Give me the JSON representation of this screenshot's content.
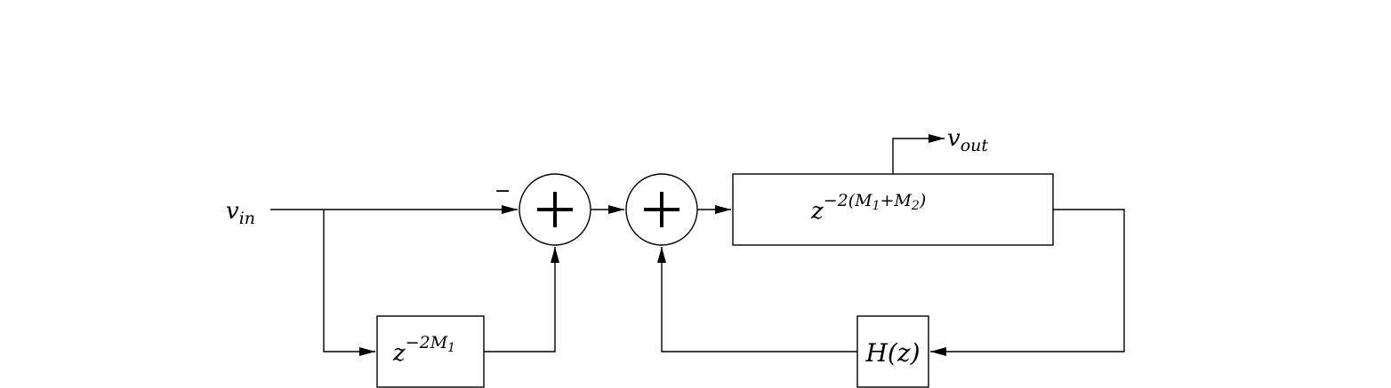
{
  "diagram": {
    "input": {
      "base": "v",
      "sub": "in"
    },
    "output": {
      "base": "v",
      "sub": "out"
    },
    "delay1": {
      "base": "z",
      "exp": "−2M",
      "exp_sub": "1"
    },
    "delay2": {
      "base": "z",
      "exp_pre": "−2(M",
      "exp_sub1": "1",
      "exp_mid": "+M",
      "exp_sub2": "2",
      "exp_post": ")"
    },
    "filter": {
      "label": "H(z)"
    },
    "summer1_sign": "−"
  }
}
